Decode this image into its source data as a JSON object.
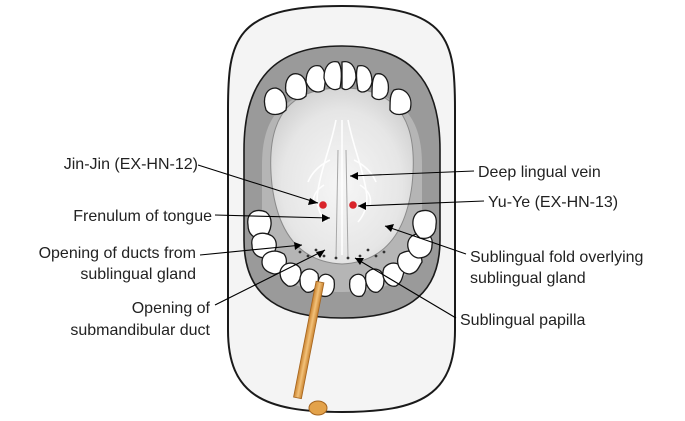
{
  "labels": {
    "jin_jin": "Jin-Jin (EX-HN-12)",
    "frenulum": "Frenulum of tongue",
    "ducts_line1": "Opening of ducts from",
    "ducts_line2": "sublingual gland",
    "submand_line1": "Opening of",
    "submand_line2": "submandibular duct",
    "deep_vein": "Deep lingual vein",
    "yu_ye": "Yu-Ye (EX-HN-13)",
    "fold_line1": "Sublingual fold overlying",
    "fold_line2": "sublingual gland",
    "papilla": "Sublingual papilla"
  },
  "colors": {
    "acupoint": "#d9232a",
    "probe": "#e3a24a",
    "outline": "#1a1a1a",
    "mouth_cavity": "#9a9a9a",
    "tongue": "#ececec"
  }
}
